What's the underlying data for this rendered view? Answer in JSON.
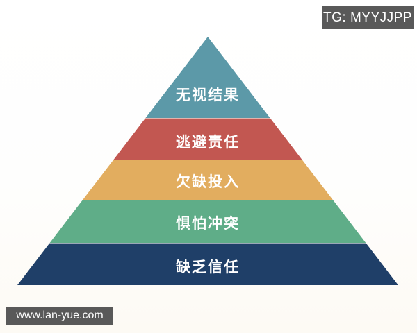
{
  "watermarks": {
    "telegram": "TG: MYYJJPP",
    "website": "www.lan-yue.com"
  },
  "pyramid": {
    "type": "pyramid-diagram",
    "levels_top_to_bottom": 5,
    "levels": [
      {
        "label": "无视结果",
        "color": "#5c99a8"
      },
      {
        "label": "逃避责任",
        "color": "#c25751"
      },
      {
        "label": "欠缺投入",
        "color": "#e2ad5f"
      },
      {
        "label": "惧怕冲突",
        "color": "#5fad88"
      },
      {
        "label": "缺乏信任",
        "color": "#1f3f68"
      }
    ],
    "separator_color": "#fdfaf2",
    "text_color": "#ffffff"
  },
  "badge_background": "#595959"
}
